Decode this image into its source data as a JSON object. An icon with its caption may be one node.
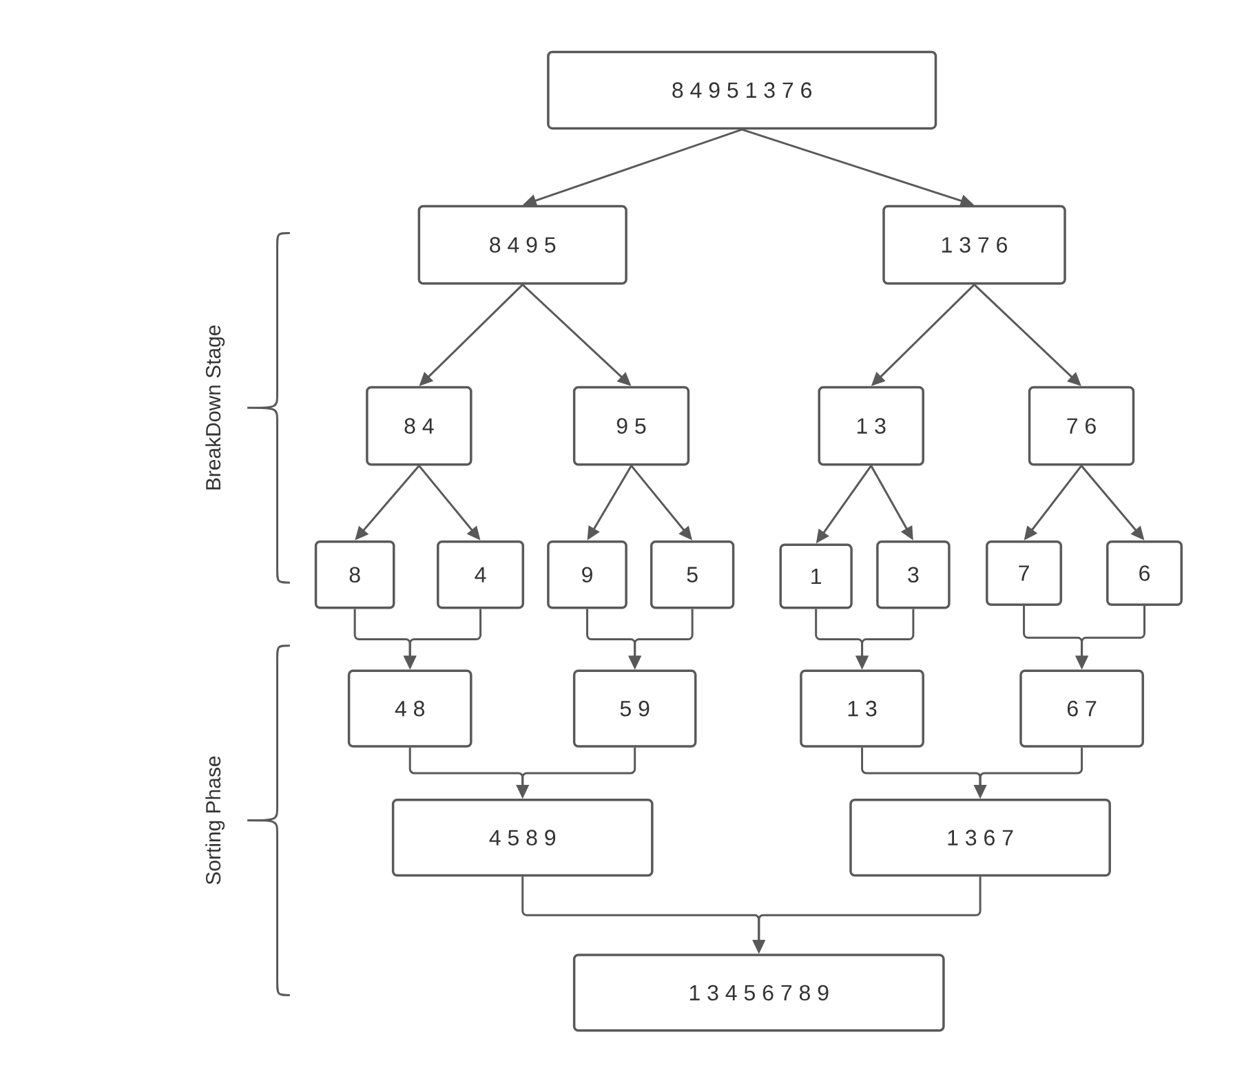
{
  "diagram": {
    "nodes": [
      {
        "text": [
          "8 4 9 5 1 3 7 6"
        ]
      },
      {
        "text": [
          "8 4 9 5"
        ]
      },
      {
        "text": [
          "1 3 7 6"
        ]
      },
      {
        "text": [
          "8 4"
        ]
      },
      {
        "text": [
          "9 5"
        ]
      },
      {
        "text": [
          "1 3"
        ]
      },
      {
        "text": [
          "7 6"
        ]
      },
      {
        "text": [
          "8"
        ]
      },
      {
        "text": [
          "4"
        ]
      },
      {
        "text": [
          "9"
        ]
      },
      {
        "text": [
          "5"
        ]
      },
      {
        "text": [
          "1"
        ]
      },
      {
        "text": [
          "3"
        ]
      },
      {
        "text": [
          "7"
        ]
      },
      {
        "text": [
          "6"
        ]
      },
      {
        "text": [
          "4 8"
        ]
      },
      {
        "text": [
          "5 9"
        ]
      },
      {
        "text": [
          "1 3"
        ]
      },
      {
        "text": [
          "6 7"
        ]
      },
      {
        "text": [
          "4 5 8 9"
        ]
      },
      {
        "text": [
          "1 3 6 7"
        ]
      },
      {
        "text": [
          "1 3 4 5 6 7 8 9"
        ]
      }
    ],
    "edges": [
      {
        "from": 0,
        "to": 1,
        "arrow": "to"
      },
      {
        "from": 0,
        "to": 2,
        "arrow": "to"
      },
      {
        "from": 1,
        "to": 3,
        "arrow": "to"
      },
      {
        "from": 1,
        "to": 4,
        "arrow": "to"
      },
      {
        "from": 2,
        "to": 5,
        "arrow": "to"
      },
      {
        "from": 2,
        "to": 6,
        "arrow": "to"
      },
      {
        "from": 3,
        "to": 7,
        "arrow": "to"
      },
      {
        "from": 3,
        "to": 8,
        "arrow": "to"
      },
      {
        "from": 4,
        "to": 9,
        "arrow": "to"
      },
      {
        "from": 4,
        "to": 10,
        "arrow": "to"
      },
      {
        "from": 5,
        "to": 11,
        "arrow": "to"
      },
      {
        "from": 5,
        "to": 12,
        "arrow": "to"
      },
      {
        "from": 6,
        "to": 13,
        "arrow": "to"
      },
      {
        "from": 6,
        "to": 14,
        "arrow": "to"
      },
      {
        "from": 7,
        "to": 15,
        "arrow": "to"
      },
      {
        "from": 8,
        "to": 15,
        "arrow": "to"
      },
      {
        "from": 9,
        "to": 16,
        "arrow": "to"
      },
      {
        "from": 10,
        "to": 16,
        "arrow": "to"
      },
      {
        "from": 11,
        "to": 17,
        "arrow": "to"
      },
      {
        "from": 12,
        "to": 17,
        "arrow": "to"
      },
      {
        "from": 13,
        "to": 18,
        "arrow": "to"
      },
      {
        "from": 14,
        "to": 18,
        "arrow": "to"
      },
      {
        "from": 15,
        "to": 19,
        "arrow": "to"
      },
      {
        "from": 16,
        "to": 19,
        "arrow": "to"
      },
      {
        "from": 17,
        "to": 20,
        "arrow": "to"
      },
      {
        "from": 18,
        "to": 20,
        "arrow": "to"
      },
      {
        "from": 19,
        "to": 21,
        "arrow": "to"
      },
      {
        "from": 20,
        "to": 21,
        "arrow": "to"
      }
    ],
    "labels": [
      "BreakDown Stage",
      "Sorting Phase"
    ]
  }
}
